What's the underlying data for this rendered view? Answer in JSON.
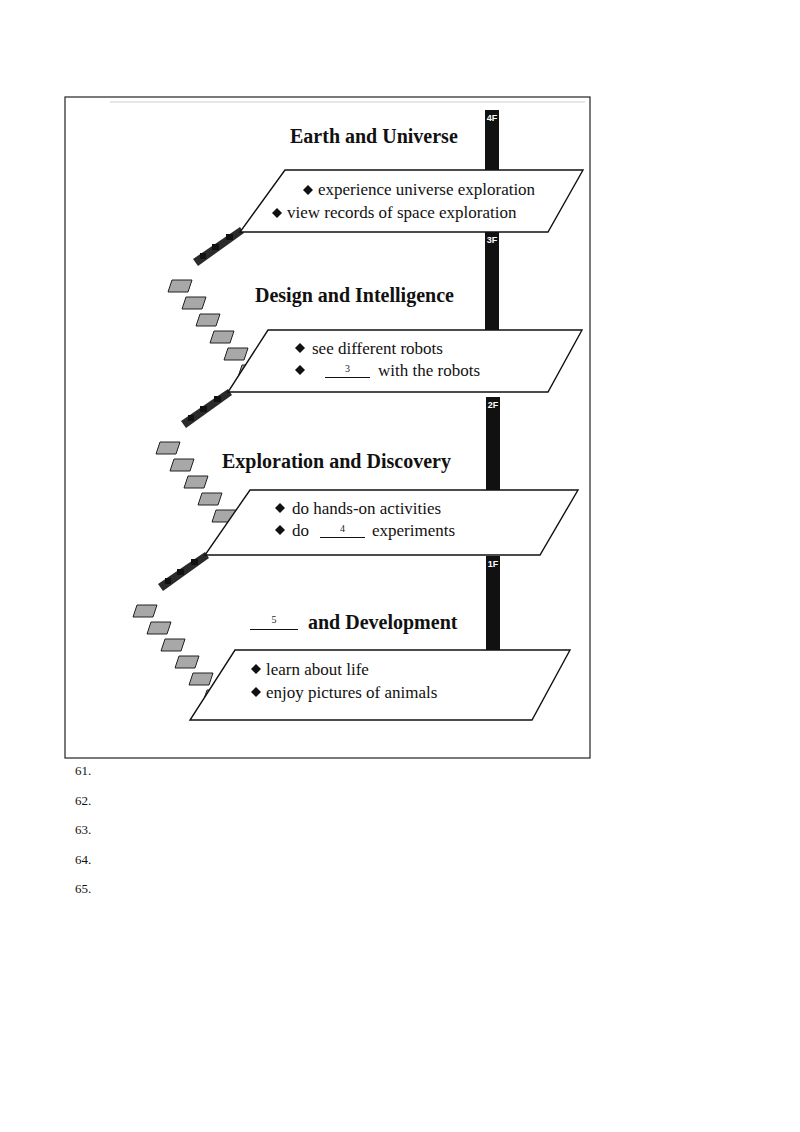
{
  "diagram": {
    "nodes": [
      {
        "text": [
          "Earth and Universe",
          "experience universe exploration",
          "view records of space exploration"
        ]
      },
      {
        "text": [
          "Design and Intelligence",
          "see different robots",
          "3",
          "with the robots"
        ]
      },
      {
        "text": [
          "Exploration and Discovery",
          "do hands-on activities",
          "do",
          "4",
          "experiments"
        ]
      },
      {
        "text": [
          "5",
          "and Development",
          "learn about life",
          "enjoy pictures of animals"
        ]
      }
    ],
    "labels": [
      "4F",
      "3F",
      "2F",
      "1F",
      "61.",
      "62.",
      "63.",
      "64.",
      "65."
    ]
  }
}
